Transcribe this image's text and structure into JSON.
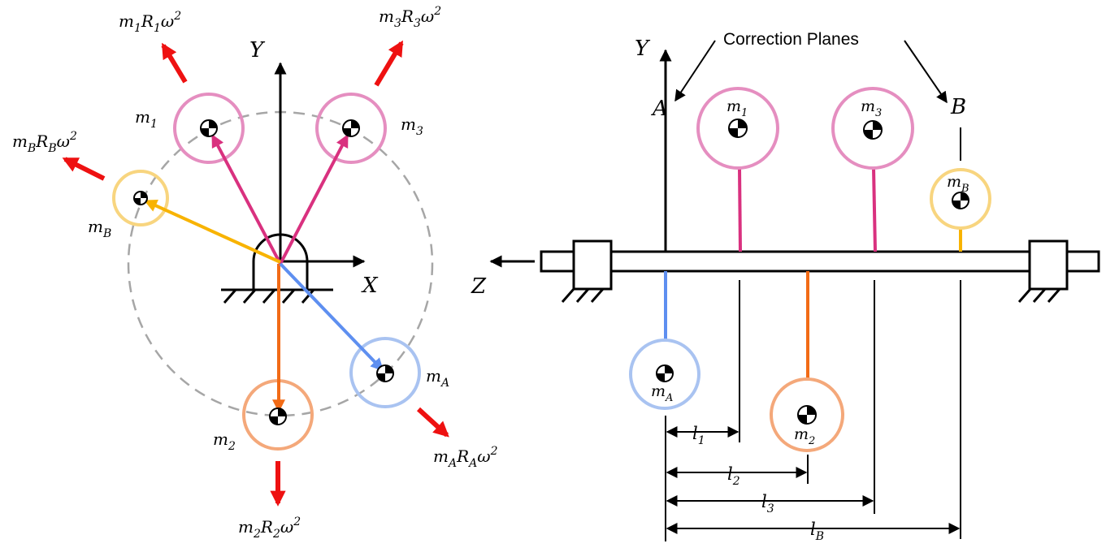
{
  "left_view": {
    "axis_y": "Y",
    "axis_x": "X",
    "masses": {
      "m1": {
        "base": "m",
        "sub": "1"
      },
      "m2": {
        "base": "m",
        "sub": "2"
      },
      "m3": {
        "base": "m",
        "sub": "3"
      },
      "mA": {
        "base": "m",
        "sub": "A"
      },
      "mB": {
        "base": "m",
        "sub": "B"
      }
    },
    "forces": {
      "f1": {
        "m": "m",
        "m_sub": "1",
        "r": "R",
        "r_sub": "1",
        "w": "ω",
        "sup": "2"
      },
      "f2": {
        "m": "m",
        "m_sub": "2",
        "r": "R",
        "r_sub": "2",
        "w": "ω",
        "sup": "2"
      },
      "f3": {
        "m": "m",
        "m_sub": "3",
        "r": "R",
        "r_sub": "3",
        "w": "ω",
        "sup": "2"
      },
      "fA": {
        "m": "m",
        "m_sub": "A",
        "r": "R",
        "r_sub": "A",
        "w": "ω",
        "sup": "2"
      },
      "fB": {
        "m": "m",
        "m_sub": "B",
        "r": "R",
        "r_sub": "B",
        "w": "ω",
        "sup": "2"
      }
    }
  },
  "right_view": {
    "axis_y": "Y",
    "axis_z": "Z",
    "correction_planes": "Correction Planes",
    "plane_a": "A",
    "plane_b": "B",
    "masses": {
      "m1": {
        "base": "m",
        "sub": "1"
      },
      "m2": {
        "base": "m",
        "sub": "2"
      },
      "m3": {
        "base": "m",
        "sub": "3"
      },
      "mA": {
        "base": "m",
        "sub": "A"
      },
      "mB": {
        "base": "m",
        "sub": "B"
      }
    },
    "dimensions": {
      "l1": {
        "base": "l",
        "sub": "1"
      },
      "l2": {
        "base": "l",
        "sub": "2"
      },
      "l3": {
        "base": "l",
        "sub": "3"
      },
      "lB": {
        "base": "l",
        "sub": "B"
      }
    }
  },
  "colors": {
    "m1": "#e58ec0",
    "m2": "#f4a87a",
    "m3": "#e58ec0",
    "mA": "#a9c3f1",
    "mB": "#f8d57f",
    "arrow_m1m3": "#d9317f",
    "arrow_m2": "#f26b16",
    "arrow_mA": "#5e8ff0",
    "arrow_mB": "#f8b300",
    "force": "#ee1111",
    "dashed_circle": "#a6a6a6"
  }
}
